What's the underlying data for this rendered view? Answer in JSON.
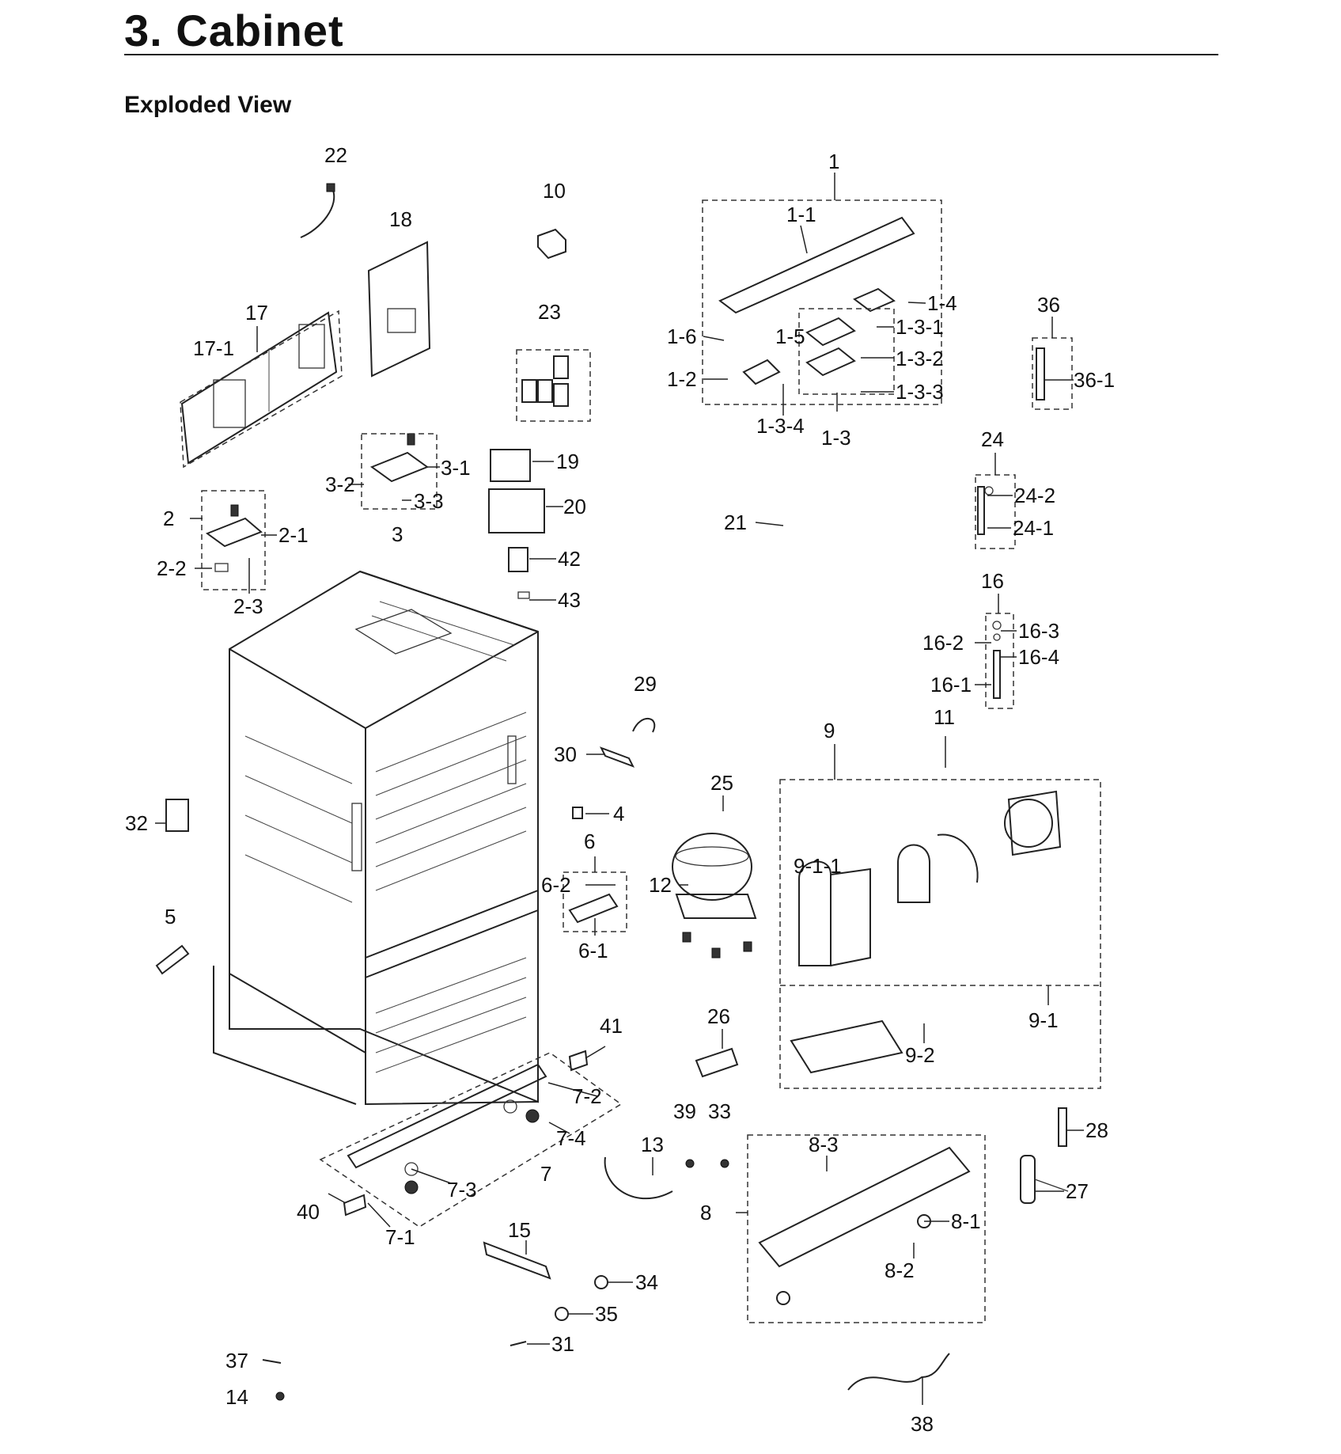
{
  "header": {
    "title": "3.  Cabinet",
    "subtitle": "Exploded View"
  },
  "callouts": [
    "22",
    "18",
    "10",
    "1",
    "1-1",
    "17",
    "17-1",
    "23",
    "1-4",
    "36",
    "1-6",
    "1-5",
    "1-3-1",
    "1-3-2",
    "1-2",
    "1-3-3",
    "36-1",
    "1-3-4",
    "1-3",
    "24",
    "3-1",
    "19",
    "3-2",
    "3-3",
    "20",
    "24-2",
    "2",
    "2-1",
    "3",
    "21",
    "24-1",
    "42",
    "2-2",
    "43",
    "2-3",
    "16",
    "16-3",
    "16-2",
    "16-4",
    "16-1",
    "29",
    "9",
    "11",
    "30",
    "25",
    "32",
    "4",
    "6",
    "9-1-1",
    "6-2",
    "12",
    "5",
    "6-1",
    "9-1",
    "41",
    "26",
    "9-2",
    "7-2",
    "39",
    "33",
    "28",
    "7-4",
    "13",
    "8-3",
    "7-3",
    "7",
    "27",
    "40",
    "8",
    "8-1",
    "7-1",
    "15",
    "8-2",
    "34",
    "35",
    "31",
    "37",
    "14",
    "38"
  ]
}
